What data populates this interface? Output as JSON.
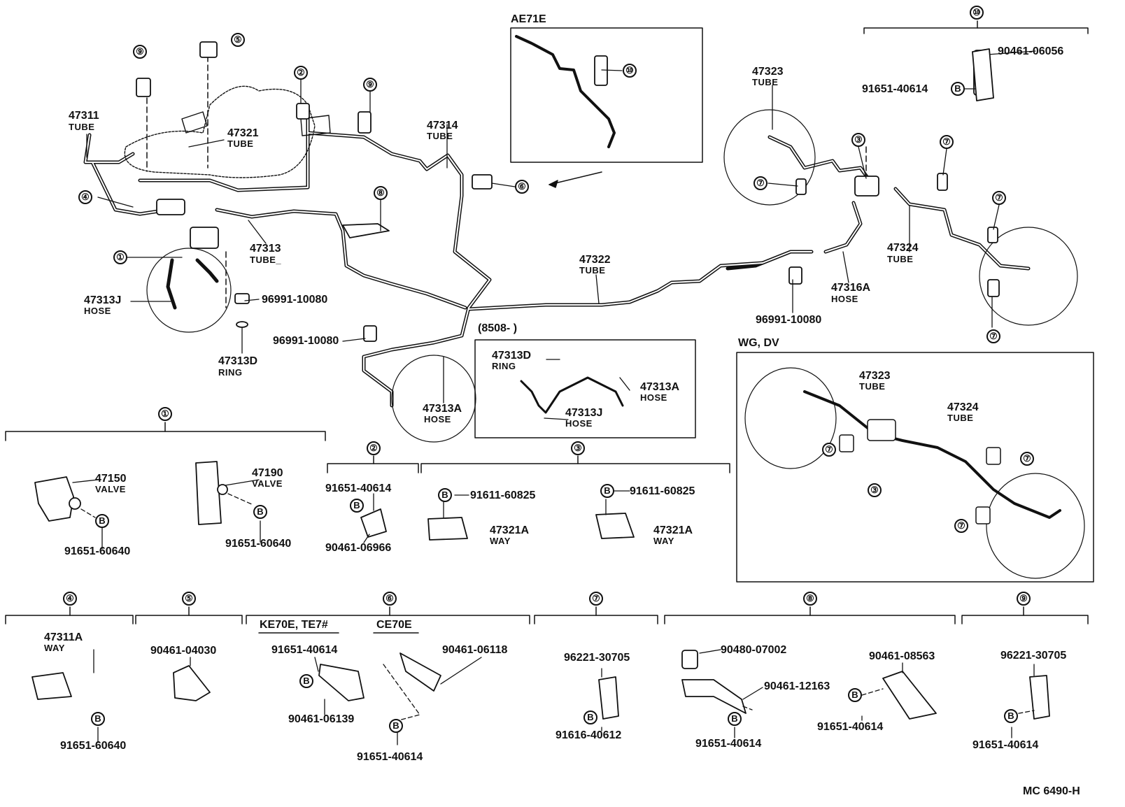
{
  "diagram_code": "MC 6490-H",
  "section_titles": {
    "ae71e": "AE71E",
    "wg_dv": "WG, DV",
    "ke70e": "KE70E, TE7#",
    "ce70e": "CE70E"
  },
  "type_words": {
    "tube": "TUBE",
    "hose": "HOSE",
    "ring": "RING",
    "valve": "VALVE",
    "way": "WAY",
    "tube_underscore": "TUBE_"
  },
  "bolt_mark": "B",
  "callout_numbers": [
    "①",
    "②",
    "③",
    "④",
    "⑤",
    "⑥",
    "⑦",
    "⑧",
    "⑨",
    "⑩"
  ],
  "main_parts": {
    "p47311": "47311",
    "p47321": "47321",
    "p47314": "47314",
    "p47313": "47313",
    "p47313j": "47313J",
    "p96991_a": "96991-10080",
    "p47313d": "47313D",
    "p96991_b": "96991-10080",
    "p47313a": "47313A",
    "p8508": "(8508-        )",
    "p47322": "47322",
    "p47323": "47323",
    "p47324": "47324",
    "p47316a": "47316A",
    "p96991_c": "96991-10080",
    "p90461_06056": "90461-06056",
    "p91651_40614_top": "91651-40614"
  },
  "inset3": {
    "p47313d": "47313D",
    "p47313a": "47313A",
    "p47313j": "47313J"
  },
  "wgdv": {
    "p47323": "47323",
    "p47324": "47324"
  },
  "group1": {
    "p47150": "47150",
    "p47190": "47190",
    "b1": "91651-60640",
    "b2": "91651-60640"
  },
  "group2": {
    "bolt": "91651-40614",
    "clamp": "90461-06966"
  },
  "group3": {
    "bolt_a": "91611-60825",
    "way_a": "47321A",
    "bolt_b": "91611-60825",
    "way_b": "47321A"
  },
  "group4": {
    "way": "47311A",
    "bolt": "91651-60640"
  },
  "group5": {
    "clamp": "90461-04030"
  },
  "group6": {
    "bolt_a": "91651-40614",
    "clamp_a": "90461-06139",
    "clamp_b": "90461-06118",
    "bolt_b": "91651-40614"
  },
  "group7": {
    "clamp": "96221-30705",
    "bolt": "91616-40612"
  },
  "group8": {
    "cushion": "90480-07002",
    "clamp_a": "90461-12163",
    "bolt_a": "91651-40614",
    "clamp_b": "90461-08563",
    "bolt_b": "91651-40614"
  },
  "group9": {
    "clamp": "96221-30705",
    "bolt": "91651-40614"
  }
}
